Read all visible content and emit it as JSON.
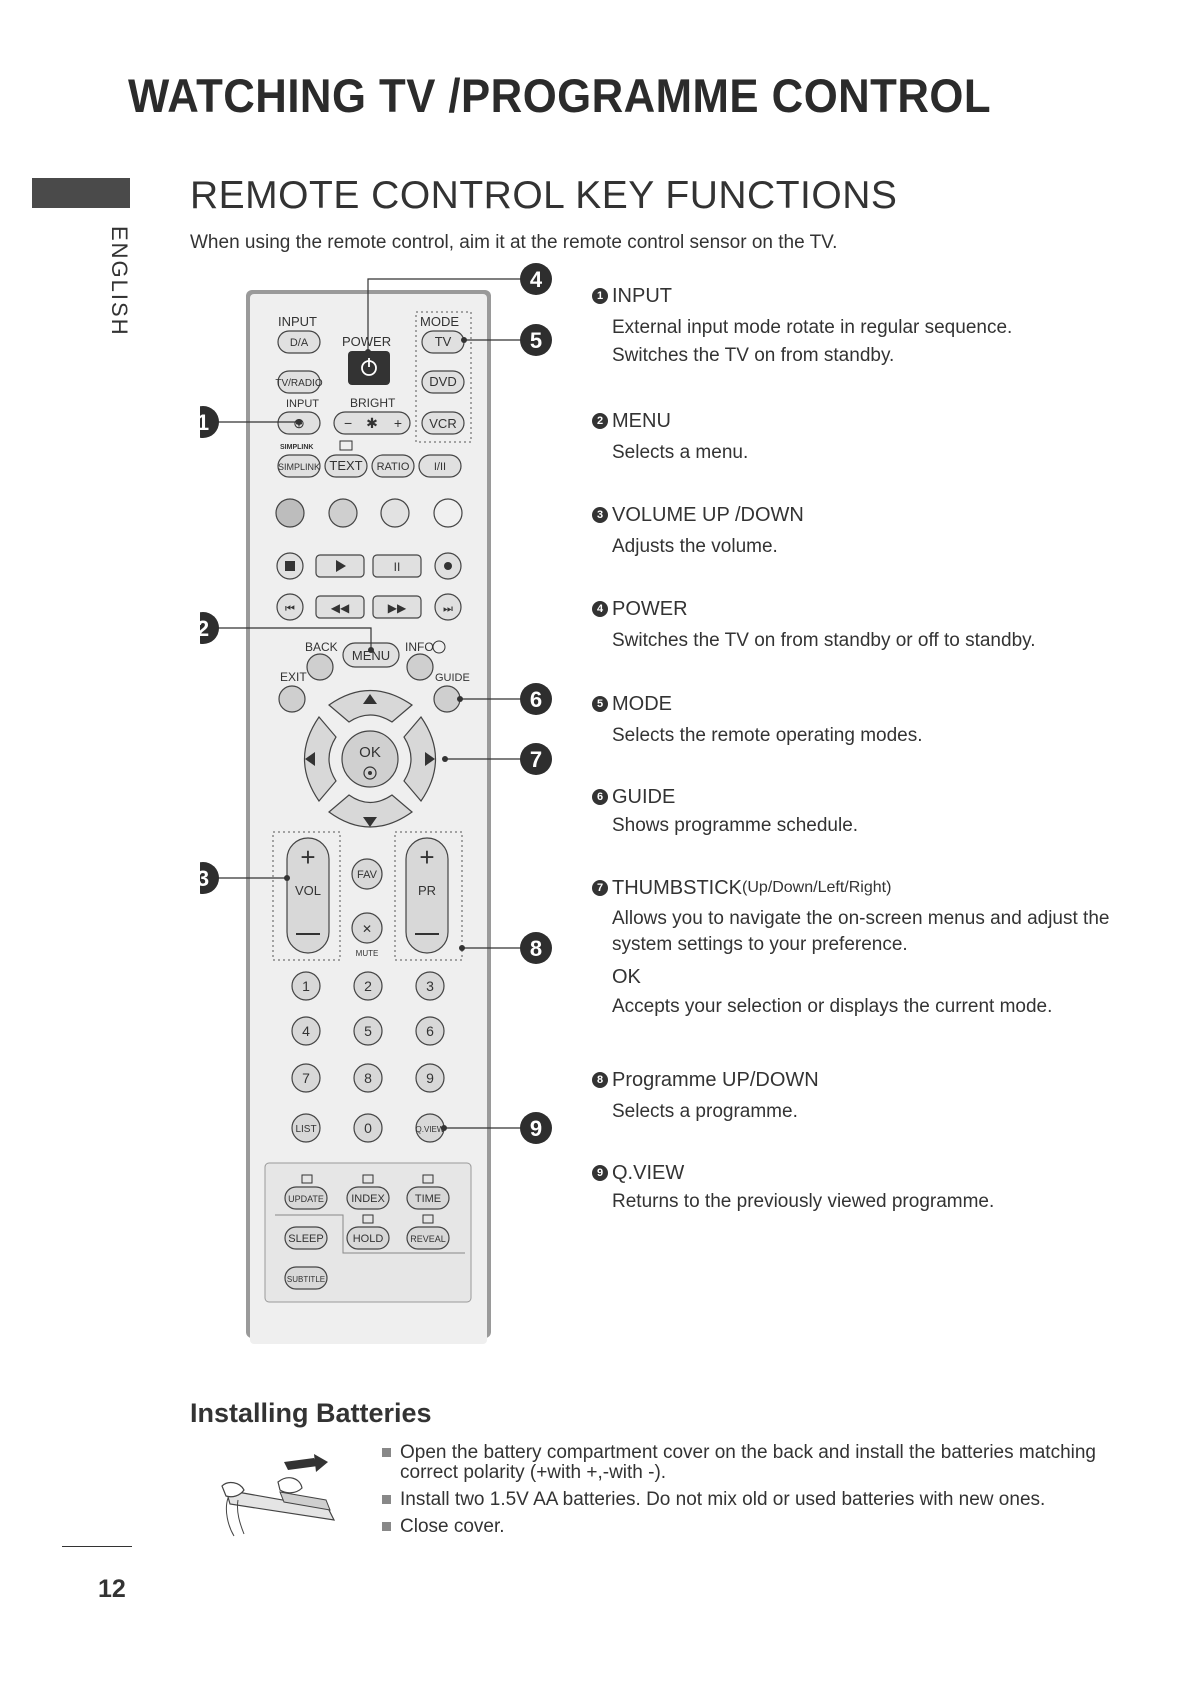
{
  "header": {
    "title": "WATCHING TV /PROGRAMME CONTROL",
    "language_tab": "ENGLISH"
  },
  "section": {
    "title": "REMOTE CONTROL KEY FUNCTIONS",
    "intro": "When using the remote control, aim it at the remote control sensor on the TV."
  },
  "remote": {
    "labels": {
      "input": "INPUT",
      "da": "D/A",
      "power": "POWER",
      "mode": "MODE",
      "tv": "TV",
      "tv_radio": "TV/RADIO",
      "dvd": "DVD",
      "input_small": "INPUT",
      "bright": "BRIGHT",
      "vcr": "VCR",
      "simplink_logo": "SIMPLINK",
      "simplink": "SIMPLINK",
      "text": "TEXT",
      "ratio": "RATIO",
      "i_ii": "I/II",
      "back": "BACK",
      "menu": "MENU",
      "info": "INFO",
      "exit": "EXIT",
      "guide": "GUIDE",
      "ok": "OK",
      "vol": "VOL",
      "fav": "FAV",
      "pr": "PR",
      "mute": "MUTE",
      "n1": "1",
      "n2": "2",
      "n3": "3",
      "n4": "4",
      "n5": "5",
      "n6": "6",
      "n7": "7",
      "n8": "8",
      "n9": "9",
      "list": "LIST",
      "n0": "0",
      "qview": "Q.VIEW",
      "update": "UPDATE",
      "index": "INDEX",
      "time": "TIME",
      "sleep": "SLEEP",
      "hold": "HOLD",
      "reveal": "REVEAL",
      "subtitle": "SUBTITLE"
    },
    "callouts": [
      "1",
      "2",
      "3",
      "4",
      "5",
      "6",
      "7",
      "8",
      "9"
    ]
  },
  "functions": [
    {
      "num": "1",
      "title": "INPUT",
      "desc": [
        "External input mode rotate in regular sequence.",
        "Switches the TV on from standby."
      ]
    },
    {
      "num": "2",
      "title": "MENU",
      "desc": [
        "Selects a menu."
      ]
    },
    {
      "num": "3",
      "title": "VOLUME UP /DOWN",
      "desc": [
        "Adjusts the volume."
      ]
    },
    {
      "num": "4",
      "title": "POWER",
      "desc": [
        "Switches the TV on from standby or off to standby."
      ]
    },
    {
      "num": "5",
      "title": "MODE",
      "desc": [
        "Selects the remote operating modes."
      ]
    },
    {
      "num": "6",
      "title": "GUIDE",
      "desc": [
        "Shows programme schedule."
      ]
    },
    {
      "num": "7",
      "title": "THUMBSTICK",
      "subtitle": "(Up/Down/Left/Right)",
      "desc": [
        "Allows you to navigate the on-screen menus and adjust the system settings to your preference."
      ],
      "extra_title": "OK",
      "extra_desc": "Accepts your selection or displays the current mode."
    },
    {
      "num": "8",
      "title": "Programme UP/DOWN",
      "desc": [
        "Selects a programme."
      ]
    },
    {
      "num": "9",
      "title": "Q.VIEW",
      "desc": [
        "Returns to the previously viewed programme."
      ]
    }
  ],
  "batteries": {
    "title": "Installing Batteries",
    "steps": [
      "Open the battery compartment cover on the back and install the batteries matching correct polarity (+with +,-with -).",
      "Install two 1.5V AA batteries. Do not mix old or used batteries with new ones.",
      "Close cover."
    ]
  },
  "footer": {
    "page_number": "12"
  }
}
